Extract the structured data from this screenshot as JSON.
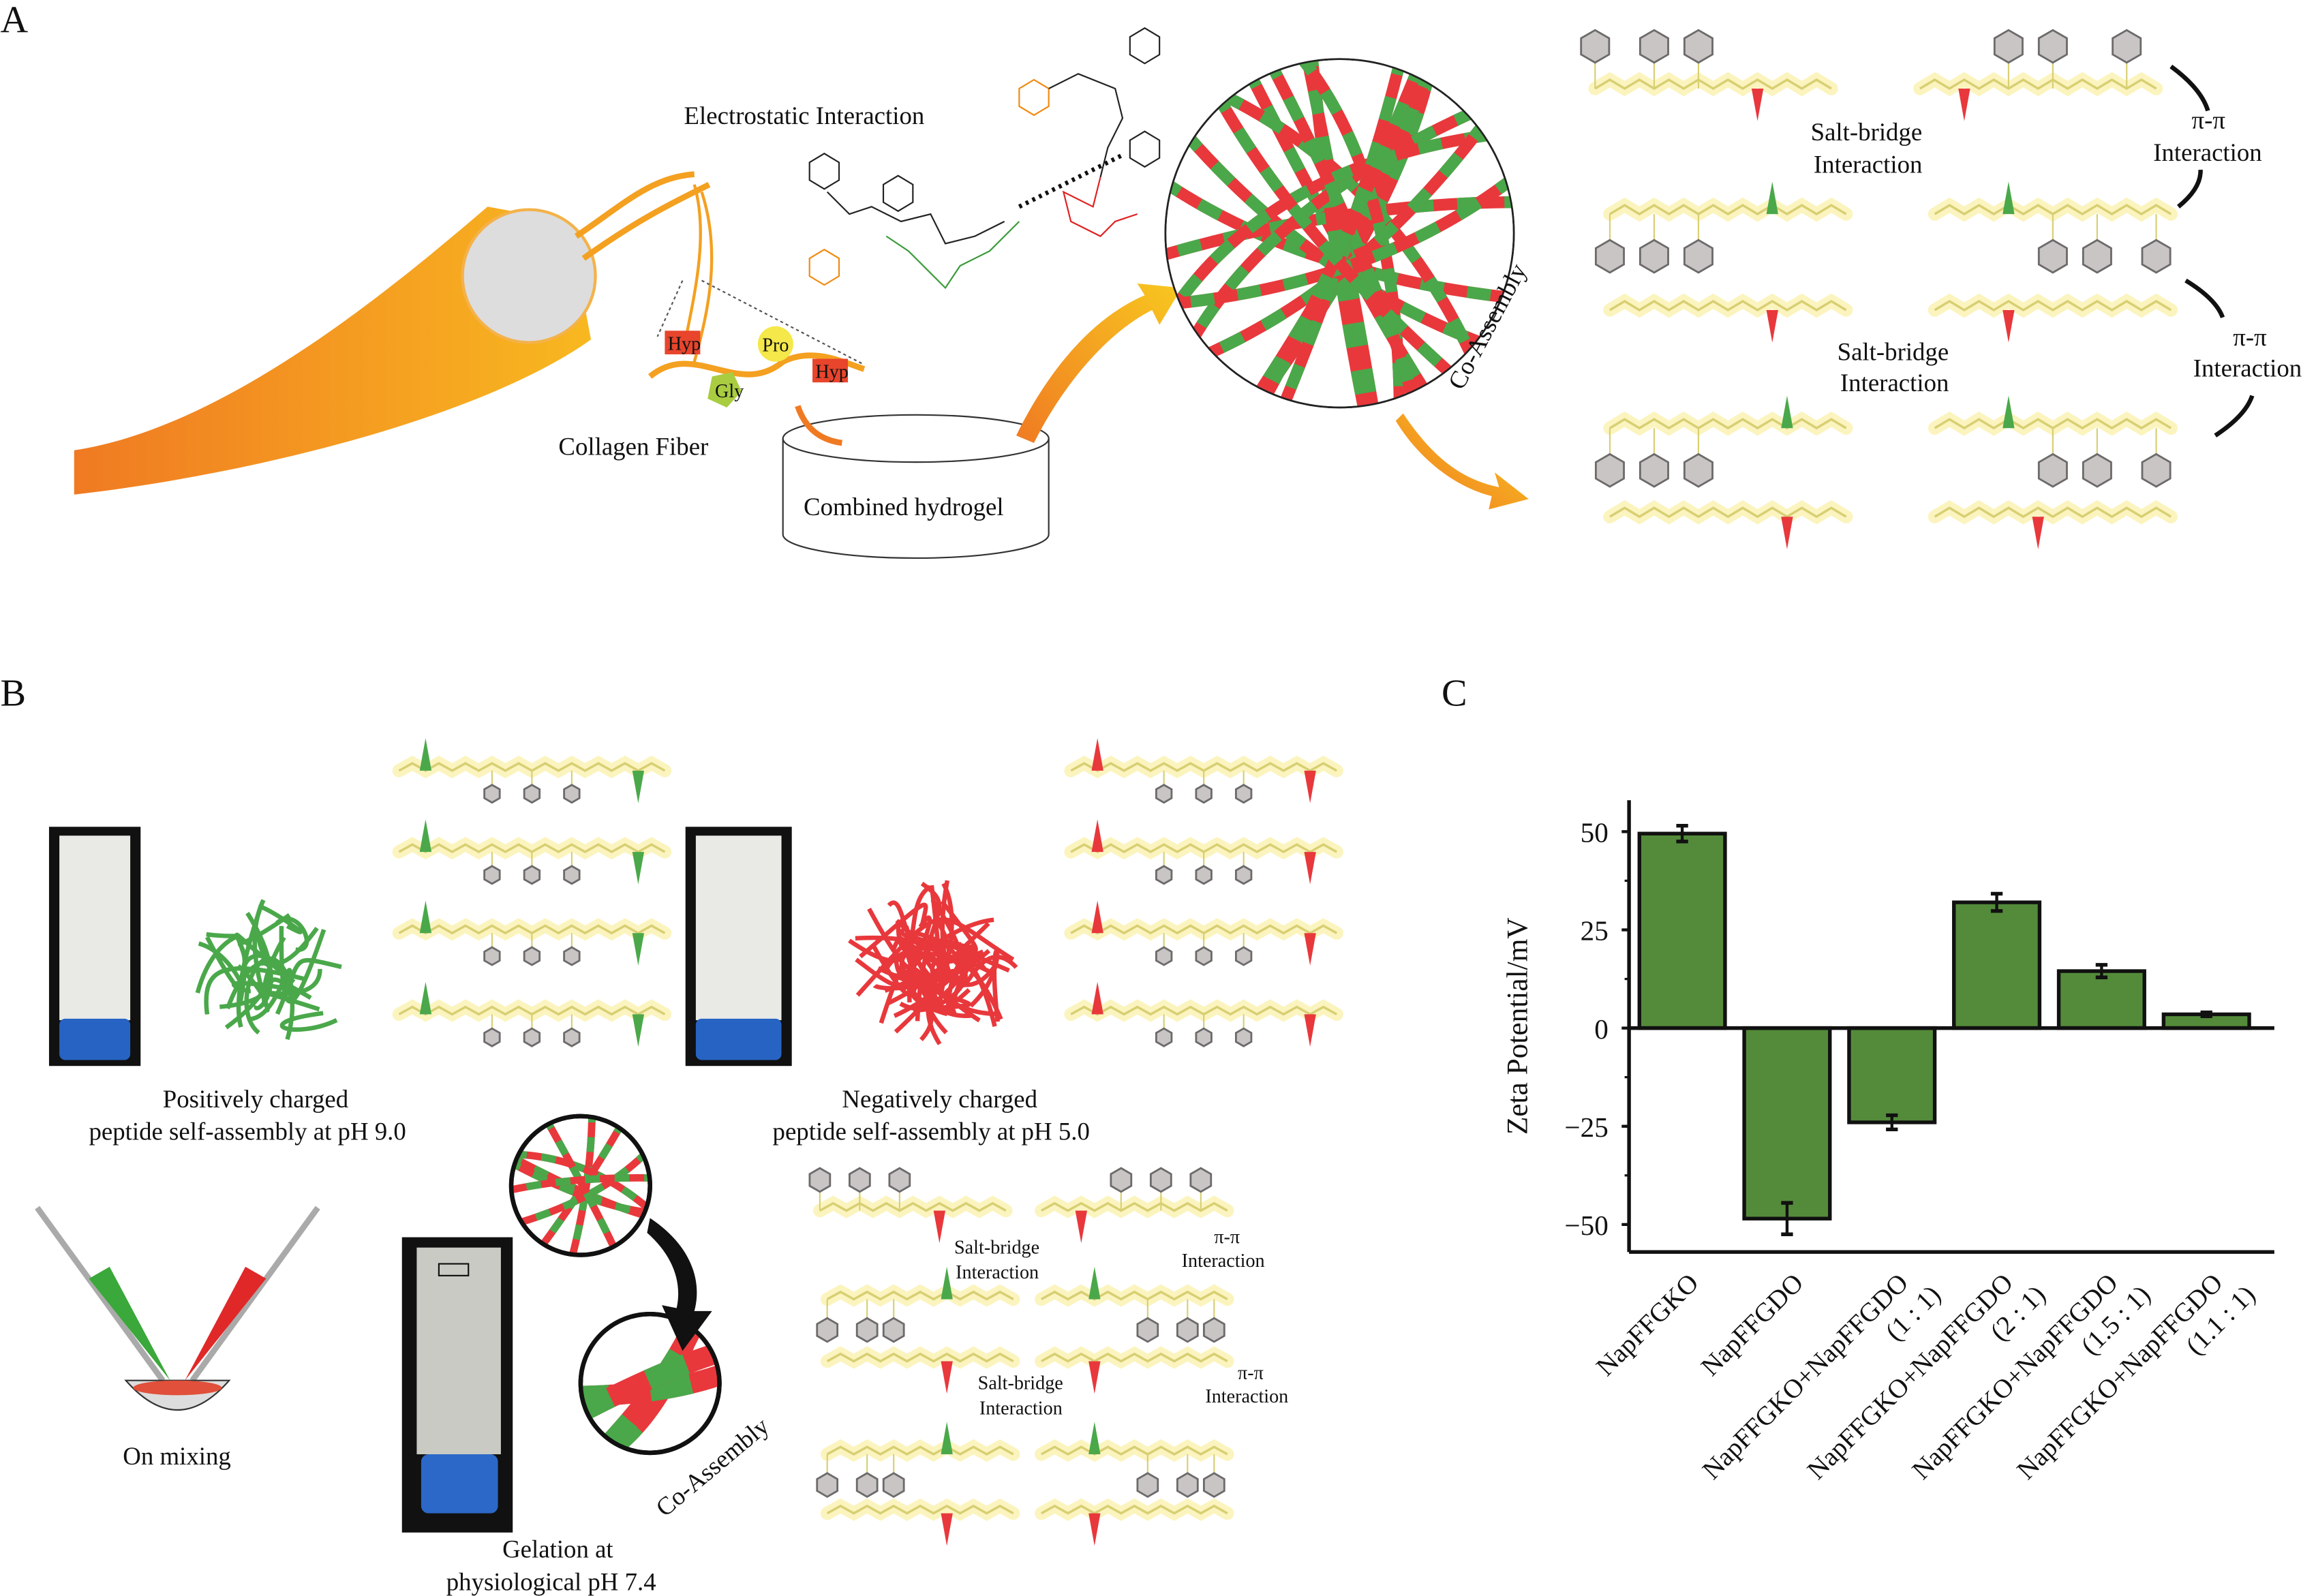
{
  "panels": {
    "a": "A",
    "b": "B",
    "c": "C"
  },
  "panel_a": {
    "electrostatic": "Electrostatic Interaction",
    "collagen_fiber": "Collagen Fiber",
    "combined_hydrogel": "Combined hydrogel",
    "co_assembly": "Co-Assembly",
    "residues": [
      "Hyp",
      "Pro",
      "Gly",
      "Hyp"
    ],
    "salt_bridge_1": [
      "Salt-bridge",
      "Interaction"
    ],
    "salt_bridge_2": [
      "Salt-bridge",
      "Interaction"
    ],
    "pi_pi_1": [
      "π-π",
      "Interaction"
    ],
    "pi_pi_2": [
      "π-π",
      "Interaction"
    ]
  },
  "panel_b": {
    "positive": [
      "Positively charged",
      "peptide self-assembly at pH 9.0"
    ],
    "negative": [
      "Negatively charged",
      "peptide self-assembly at pH 5.0"
    ],
    "on_mixing": "On mixing",
    "gelation": [
      "Gelation at",
      "physiological pH 7.4"
    ],
    "co_assembly": "Co-Assembly",
    "salt_bridge_1": [
      "Salt-bridge",
      "Interaction"
    ],
    "salt_bridge_2": [
      "Salt-bridge",
      "Interaction"
    ],
    "pi_pi_1": [
      "π-π",
      "Interaction"
    ],
    "pi_pi_2": [
      "π-π",
      "Interaction"
    ]
  },
  "colors": {
    "positive": "#4aa84a",
    "negative": "#e8383c",
    "bar": "#548b3a",
    "collagen": "#f39a1e"
  },
  "chart_data": {
    "type": "bar",
    "title": "",
    "xlabel": "",
    "ylabel": "Zeta Potential/mV",
    "categories": [
      "NapFFGKO",
      "NapFFGDO",
      "NapFFGKO+NapFFGDO (1 : 1)",
      "NapFFGKO+NapFFGDO (2 : 1)",
      "NapFFGKO+NapFFGDO (1.5 : 1)",
      "NapFFGKO+NapFFGDO (1.1 : 1)"
    ],
    "category_lines": [
      [
        "NapFFGKO"
      ],
      [
        "NapFFGDO"
      ],
      [
        "NapFFGKO+NapFFGDO",
        "(1 : 1)"
      ],
      [
        "NapFFGKO+NapFFGDO",
        "(2 : 1)"
      ],
      [
        "NapFFGKO+NapFFGDO",
        "(1.5 : 1)"
      ],
      [
        "NapFFGKO+NapFFGDO",
        "(1.1 : 1)"
      ]
    ],
    "values": [
      49.5,
      -48.5,
      -24,
      32,
      14.5,
      3.5
    ],
    "errors": [
      2,
      4,
      1.8,
      2.2,
      1.6,
      0.5
    ],
    "yticks": [
      50,
      25,
      0,
      -25,
      -50
    ],
    "ytick_labels": [
      "50",
      "25",
      "0",
      "−25",
      "−50"
    ],
    "ylim": [
      -57,
      58
    ],
    "grid": false
  }
}
